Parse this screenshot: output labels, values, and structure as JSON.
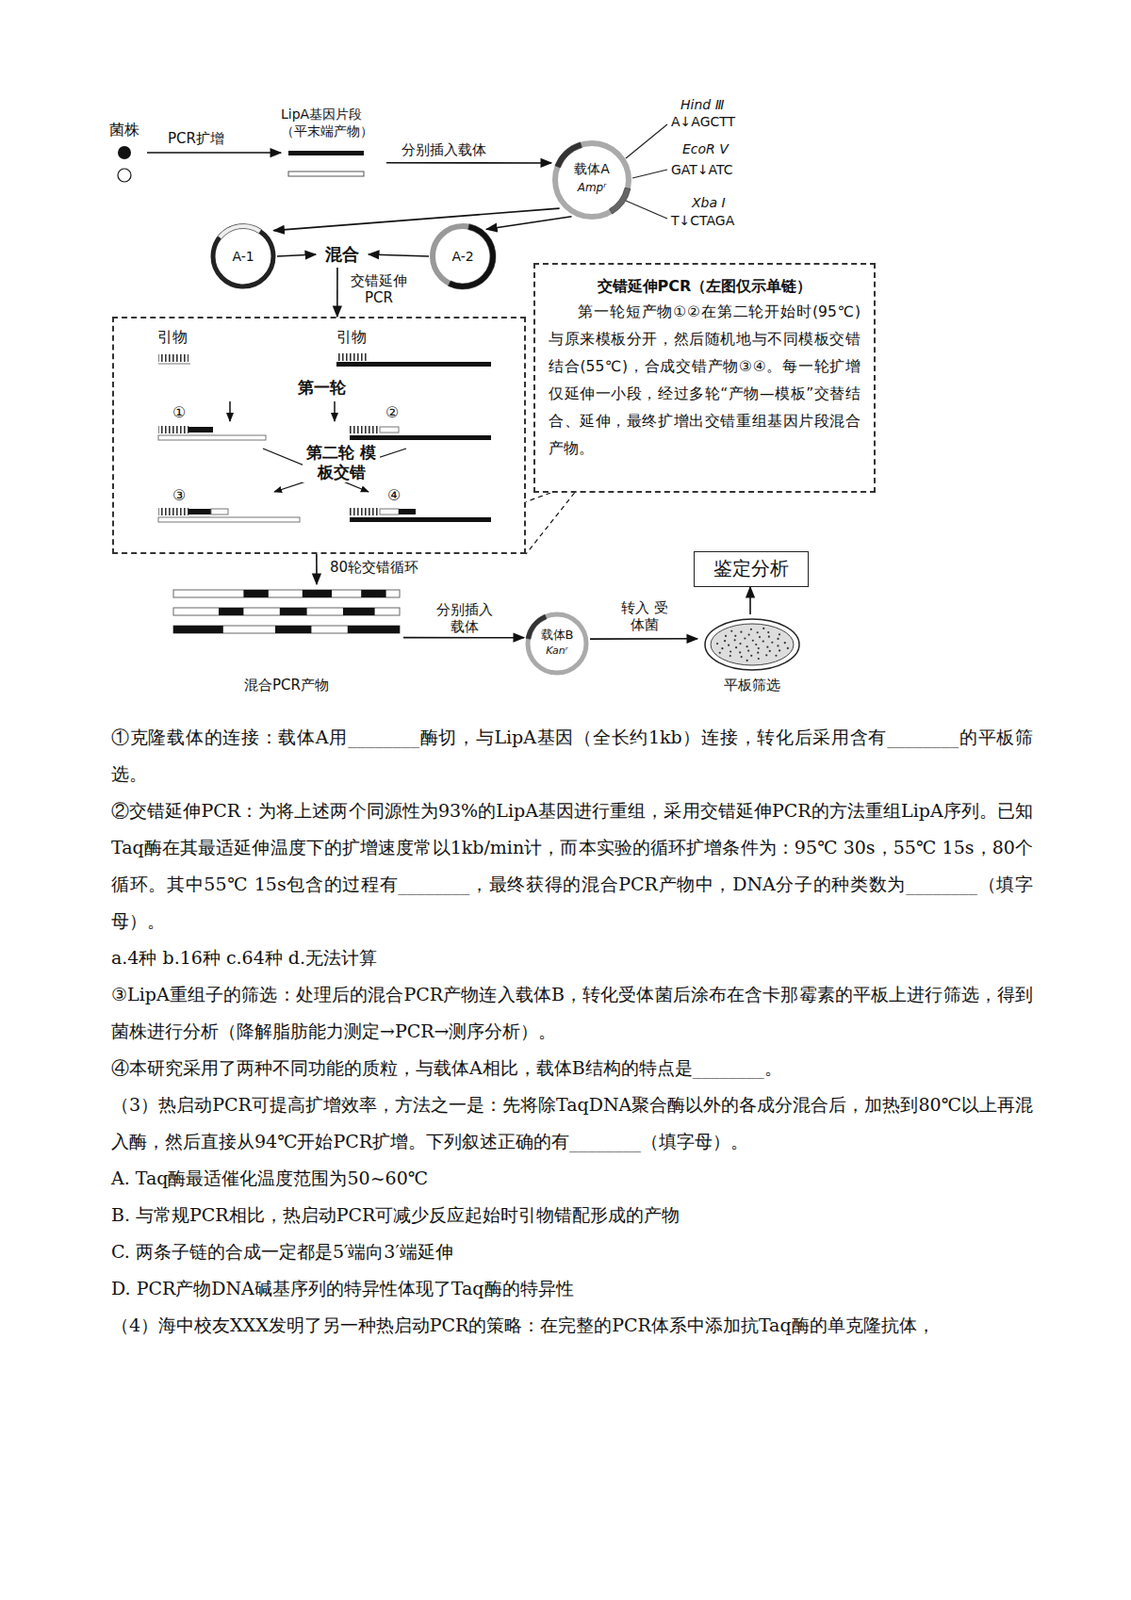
{
  "diagram": {
    "nodes": [
      {
        "text": [
          "菌株"
        ]
      },
      {
        "text": [
          "LipA基因片段（平末端产物）"
        ]
      },
      {
        "text": [
          "载体A",
          "Ampʳ"
        ]
      },
      {
        "text": [
          "A-1"
        ]
      },
      {
        "text": [
          "A-2"
        ]
      },
      {
        "text": [
          "混合"
        ]
      },
      {
        "text": [
          "引物",
          "引物",
          "①",
          "第一轮",
          "②",
          "第二轮 模板交错",
          "③",
          "④"
        ]
      },
      {
        "text": [
          "交错延伸PCR（左图仅示单链）",
          "第一轮短产物①②在第二轮开始时(95℃)与原来模板分开，然后随机地与不同模板交错结合(55℃)，合成交错产物③④。每一轮扩增仅延伸一小段，经过多轮“产物—模板”交替结合、延伸，最终扩增出交错重组基因片段混合产物。"
        ]
      },
      {
        "text": [
          "混合PCR产物"
        ]
      },
      {
        "text": [
          "载体B",
          "Kanʳ"
        ]
      },
      {
        "text": [
          "平板筛选"
        ]
      },
      {
        "text": [
          "鉴定分析"
        ]
      }
    ],
    "edges": [
      {
        "from": 0,
        "to": 1,
        "arrow": "to",
        "label": "PCR扩增"
      },
      {
        "from": 1,
        "to": 2,
        "arrow": "to",
        "label": "分别插入载体"
      },
      {
        "from": 2,
        "to": 3,
        "arrow": "to"
      },
      {
        "from": 2,
        "to": 4,
        "arrow": "to"
      },
      {
        "from": 3,
        "to": 5,
        "arrow": "to"
      },
      {
        "from": 4,
        "to": 5,
        "arrow": "to"
      },
      {
        "from": 5,
        "to": 6,
        "arrow": "to",
        "label": "交错延伸 PCR"
      },
      {
        "from": 6,
        "to": 8,
        "arrow": "to",
        "label": "80轮交错循环"
      },
      {
        "from": 8,
        "to": 9,
        "arrow": "to",
        "label": "分别插入 载体"
      },
      {
        "from": 9,
        "to": 10,
        "arrow": "to",
        "label": "转入 受体菌"
      },
      {
        "from": 10,
        "to": 11,
        "arrow": "to"
      },
      {
        "from": 7,
        "to": 6,
        "arrow": "none"
      },
      {
        "from": 7,
        "to": 6,
        "arrow": "none"
      }
    ],
    "labels": [
      "Hind Ⅲ",
      "A↓AGCTT",
      "EcoR V",
      "GAT↓ATC",
      "Xba I",
      "T↓CTAGA",
      "①克隆载体的连接：载体A用________酶切，与LipA基因（全长约1kb）连接，转化后采用含有________的平板筛选。",
      "②交错延伸PCR：为将上述两个同源性为93%的LipA基因进行重组，采用交错延伸PCR的方法重组LipA序列。已知Taq酶在其最适延伸温度下的扩增速度常以1kb/min计，而本实验的循环扩增条件为：95℃ 30s，55℃ 15s，80个循环。其中55℃ 15s包含的过程有________，最终获得的混合PCR产物中，DNA分子的种类数为________（填字母）。",
      "a.4种 b.16种 c.64种 d.无法计算",
      "③LipA重组子的筛选：处理后的混合PCR产物连入载体B，转化受体菌后涂布在含卡那霉素的平板上进行筛选，得到菌株进行分析（降解脂肪能力测定→PCR→测序分析）。",
      "④本研究采用了两种不同功能的质粒，与载体A相比，载体B结构的特点是________。",
      "（3）热启动PCR可提高扩增效率，方法之一是：先将除TaqDNA聚合酶以外的各成分混合后，加热到80℃以上再混入酶，然后直接从94℃开始PCR扩增。下列叙述正确的有________（填字母）。",
      "A. Taq酶最适催化温度范围为50~60℃",
      "B. 与常规PCR相比，热启动PCR可减少反应起始时引物错配形成的产物",
      "C. 两条子链的合成一定都是5′端向3′端延伸",
      "D. PCR产物DNA碱基序列的特异性体现了Taq酶的特异性",
      "（4）海中校友XXX发明了另一种热启动PCR的策略：在完整的PCR体系中添加抗Taq酶的单克隆抗体，"
    ]
  }
}
